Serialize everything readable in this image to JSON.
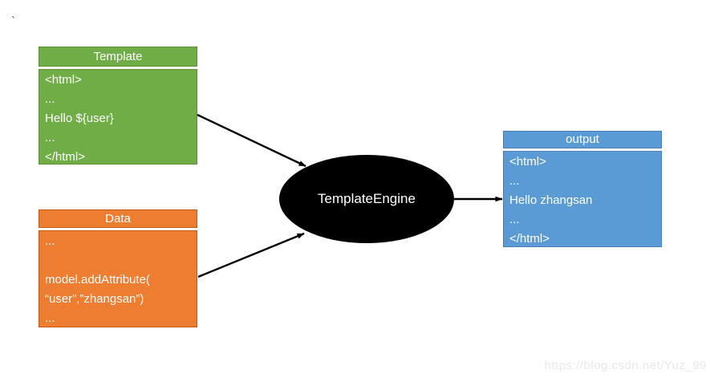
{
  "diagram": {
    "nodes": {
      "template": {
        "title": "Template",
        "lines": [
          "<html>",
          "...",
          "Hello ${user}",
          "...",
          "</html>"
        ],
        "fill": "#70AD47",
        "border": "#5E9137",
        "text_color": "#FFFFFF"
      },
      "data": {
        "title": "Data",
        "lines": [
          "...",
          "",
          "model.addAttribute(",
          "“user”,”zhangsan”)",
          "..."
        ],
        "fill": "#ED7D31",
        "border": "#C45911",
        "text_color": "#FFFFFF"
      },
      "engine": {
        "label": "TemplateEngine",
        "fill": "#000000",
        "text_color": "#FFFFFF"
      },
      "output": {
        "title": "output",
        "lines": [
          "<html>",
          "...",
          "Hello zhangsan",
          "...",
          "</html>"
        ],
        "fill": "#5B9BD5",
        "border": "#4981B5",
        "text_color": "#FFFFFF"
      }
    },
    "edges": [
      {
        "from": "template",
        "to": "engine"
      },
      {
        "from": "data",
        "to": "engine"
      },
      {
        "from": "engine",
        "to": "output"
      }
    ],
    "stray_mark": "`",
    "watermark": "https://blog.csdn.net/Yuz_99"
  }
}
